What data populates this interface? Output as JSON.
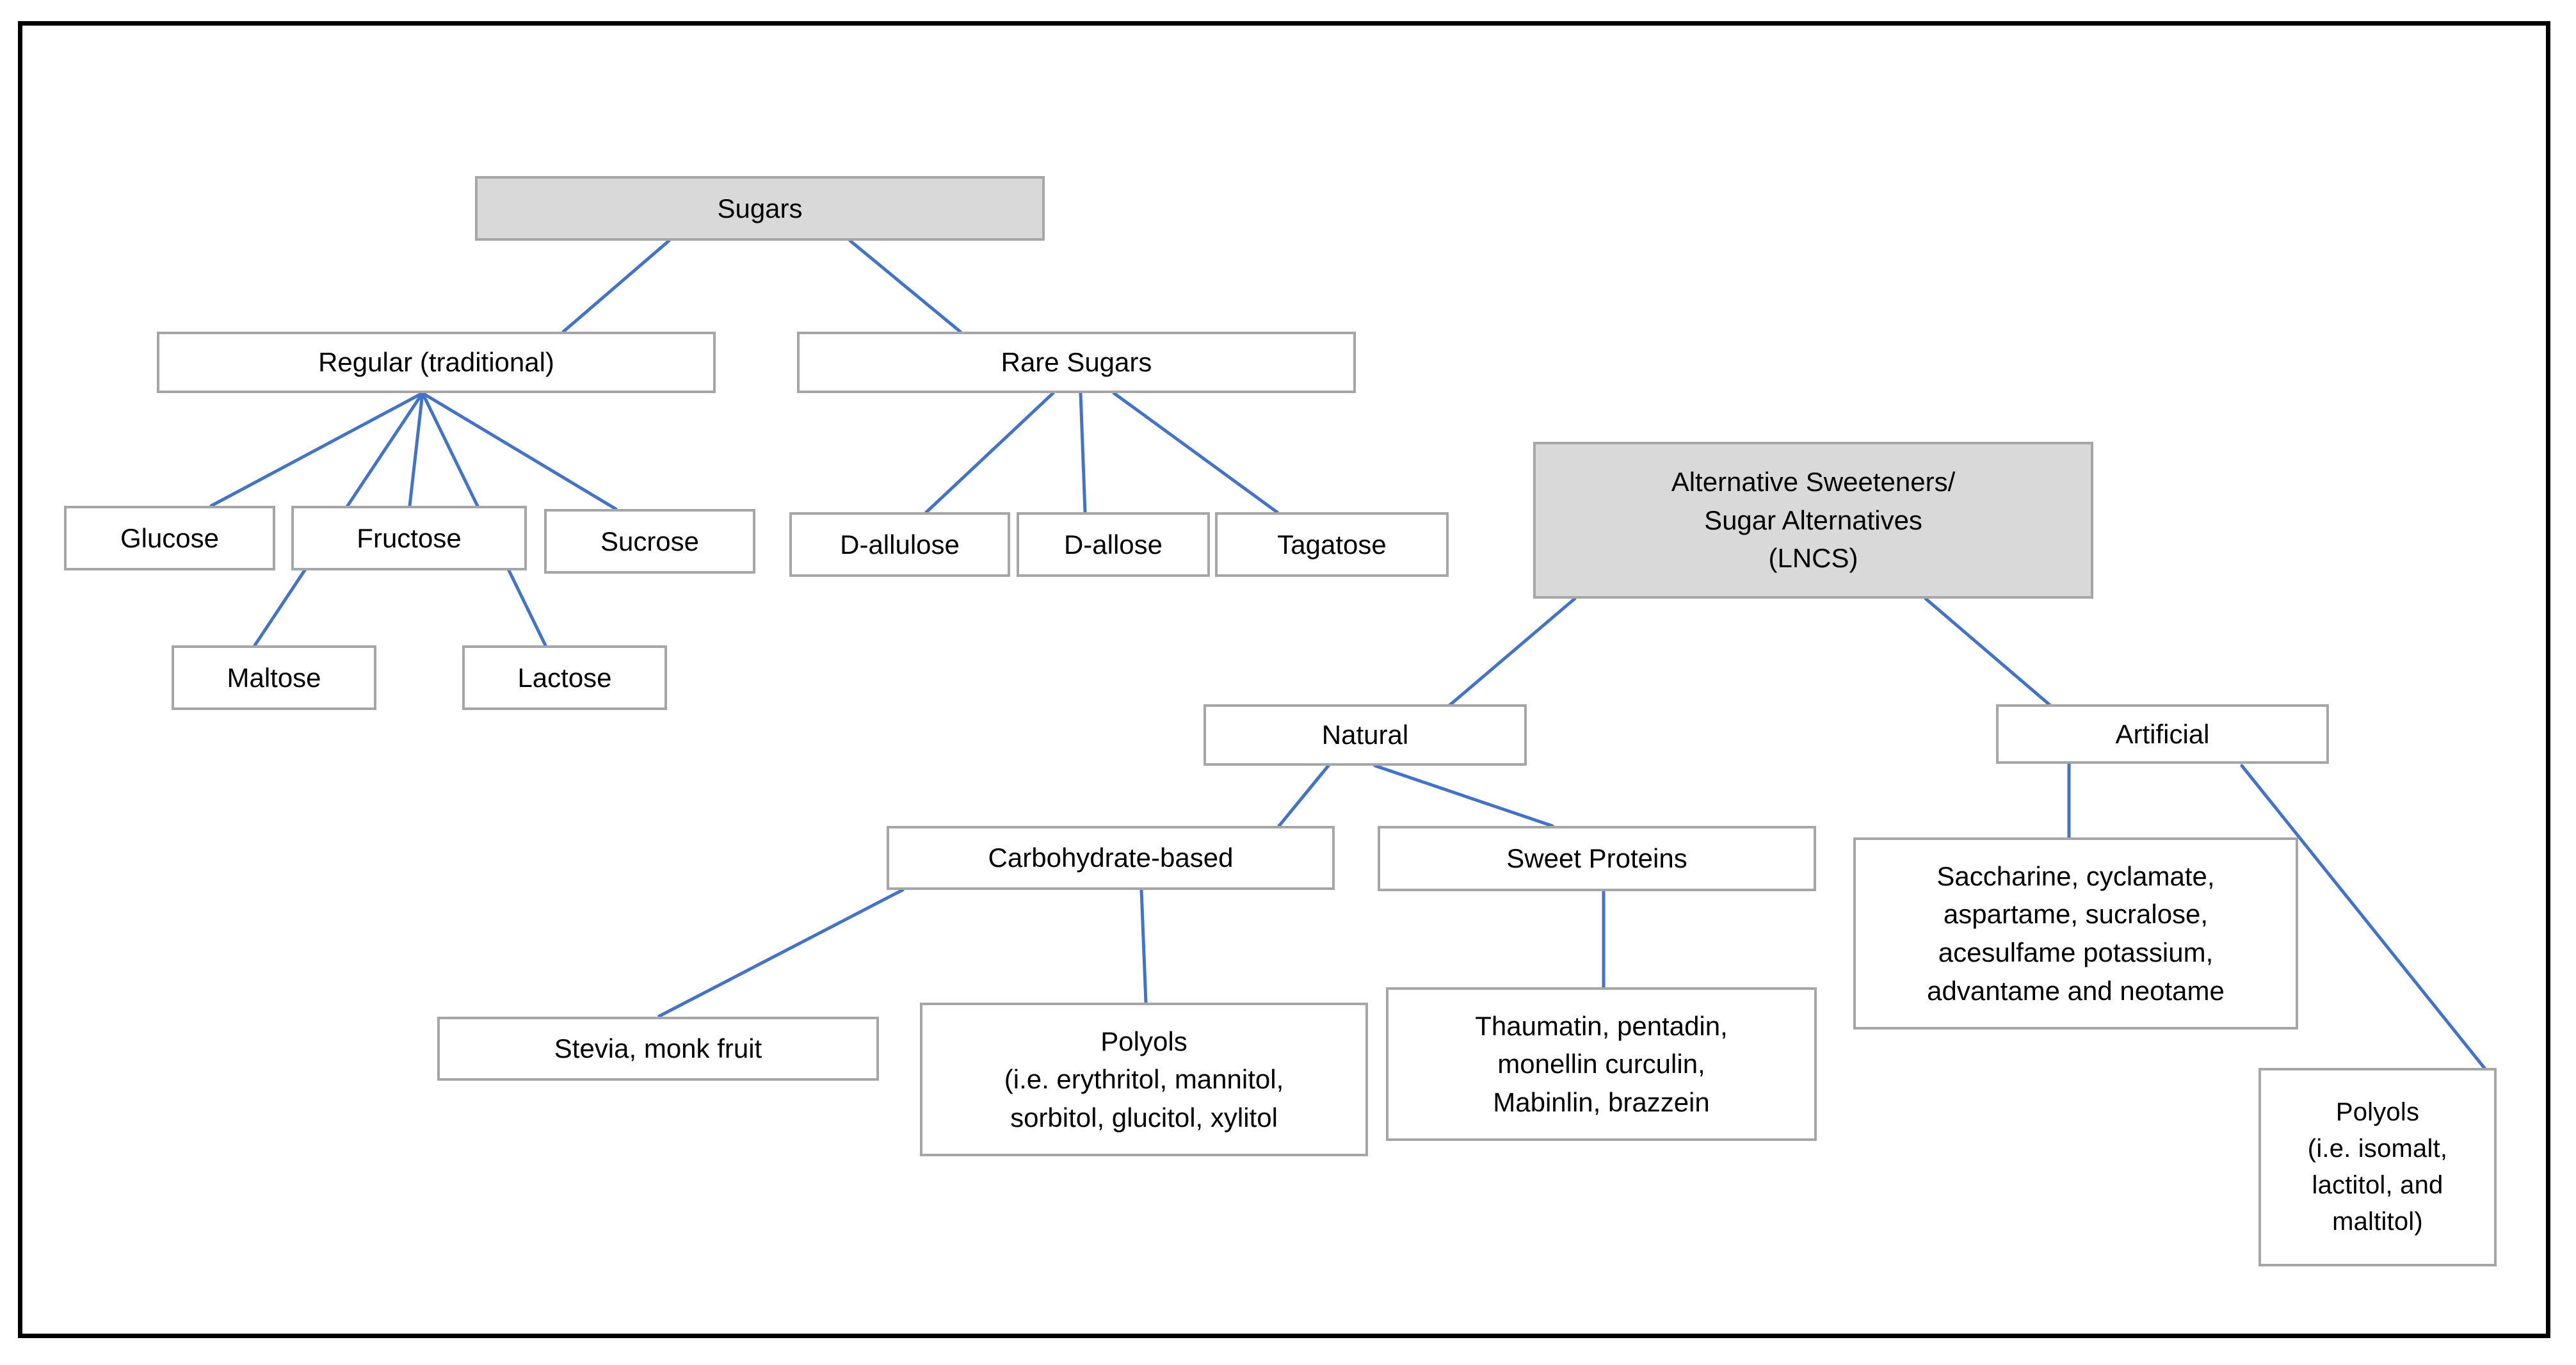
{
  "diagram": {
    "title": "Classification of Sugars and Alternative Sweeteners",
    "type": "hierarchy-tree",
    "frame_color": "#000000",
    "node_border_color": "#a6a6a6",
    "node_fill_color": "#ffffff",
    "shaded_node_fill_color": "#d9d9d9",
    "connector_color": "#4472c4"
  },
  "nodes": {
    "sugars": "Sugars",
    "regular": "Regular (traditional)",
    "rare_sugars": "Rare Sugars",
    "glucose": "Glucose",
    "fructose": "Fructose",
    "sucrose": "Sucrose",
    "maltose": "Maltose",
    "lactose": "Lactose",
    "d_allulose": "D-allulose",
    "d_allose": "D-allose",
    "tagatose": "Tagatose",
    "alternative_sweeteners": "Alternative Sweeteners/\nSugar Alternatives\n(LNCS)",
    "natural": "Natural",
    "artificial": "Artificial",
    "carbohydrate_based": "Carbohydrate-based",
    "sweet_proteins": "Sweet Proteins",
    "stevia_monk_fruit": "Stevia, monk fruit",
    "polyols_natural": "Polyols\n(i.e. erythritol, mannitol,\nsorbitol, glucitol, xylitol",
    "sweet_protein_list": "Thaumatin, pentadin,\nmonellin curculin,\nMabinlin, brazzein",
    "artificial_list": "Saccharine, cyclamate,\naspartame, sucralose,\nacesulfame potassium,\nadvantame and neotame",
    "polyols_artificial": "Polyols\n(i.e.  isomalt,\nlactitol, and\nmaltitol)"
  },
  "edges": [
    {
      "from": "sugars",
      "to": "regular"
    },
    {
      "from": "sugars",
      "to": "rare_sugars"
    },
    {
      "from": "regular",
      "to": "glucose"
    },
    {
      "from": "regular",
      "to": "fructose"
    },
    {
      "from": "regular",
      "to": "sucrose"
    },
    {
      "from": "regular",
      "to": "maltose"
    },
    {
      "from": "regular",
      "to": "lactose"
    },
    {
      "from": "rare_sugars",
      "to": "d_allulose"
    },
    {
      "from": "rare_sugars",
      "to": "d_allose"
    },
    {
      "from": "rare_sugars",
      "to": "tagatose"
    },
    {
      "from": "alternative_sweeteners",
      "to": "natural"
    },
    {
      "from": "alternative_sweeteners",
      "to": "artificial"
    },
    {
      "from": "natural",
      "to": "carbohydrate_based"
    },
    {
      "from": "natural",
      "to": "sweet_proteins"
    },
    {
      "from": "carbohydrate_based",
      "to": "stevia_monk_fruit"
    },
    {
      "from": "carbohydrate_based",
      "to": "polyols_natural"
    },
    {
      "from": "sweet_proteins",
      "to": "sweet_protein_list"
    },
    {
      "from": "artificial",
      "to": "artificial_list"
    },
    {
      "from": "artificial",
      "to": "polyols_artificial"
    }
  ]
}
